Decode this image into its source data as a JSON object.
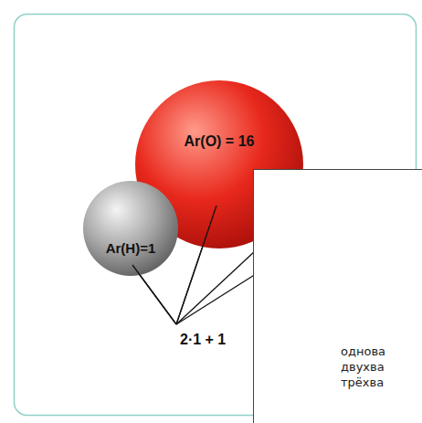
{
  "diagram": {
    "nodes": [
      {
        "text": [
          "Ar(O) = 16"
        ]
      },
      {
        "text": [
          "Ar(H)=1"
        ]
      },
      {
        "text": [
          "однова",
          "двухва",
          "трёхва"
        ]
      }
    ],
    "labels": [
      "2·1 + 1"
    ]
  }
}
